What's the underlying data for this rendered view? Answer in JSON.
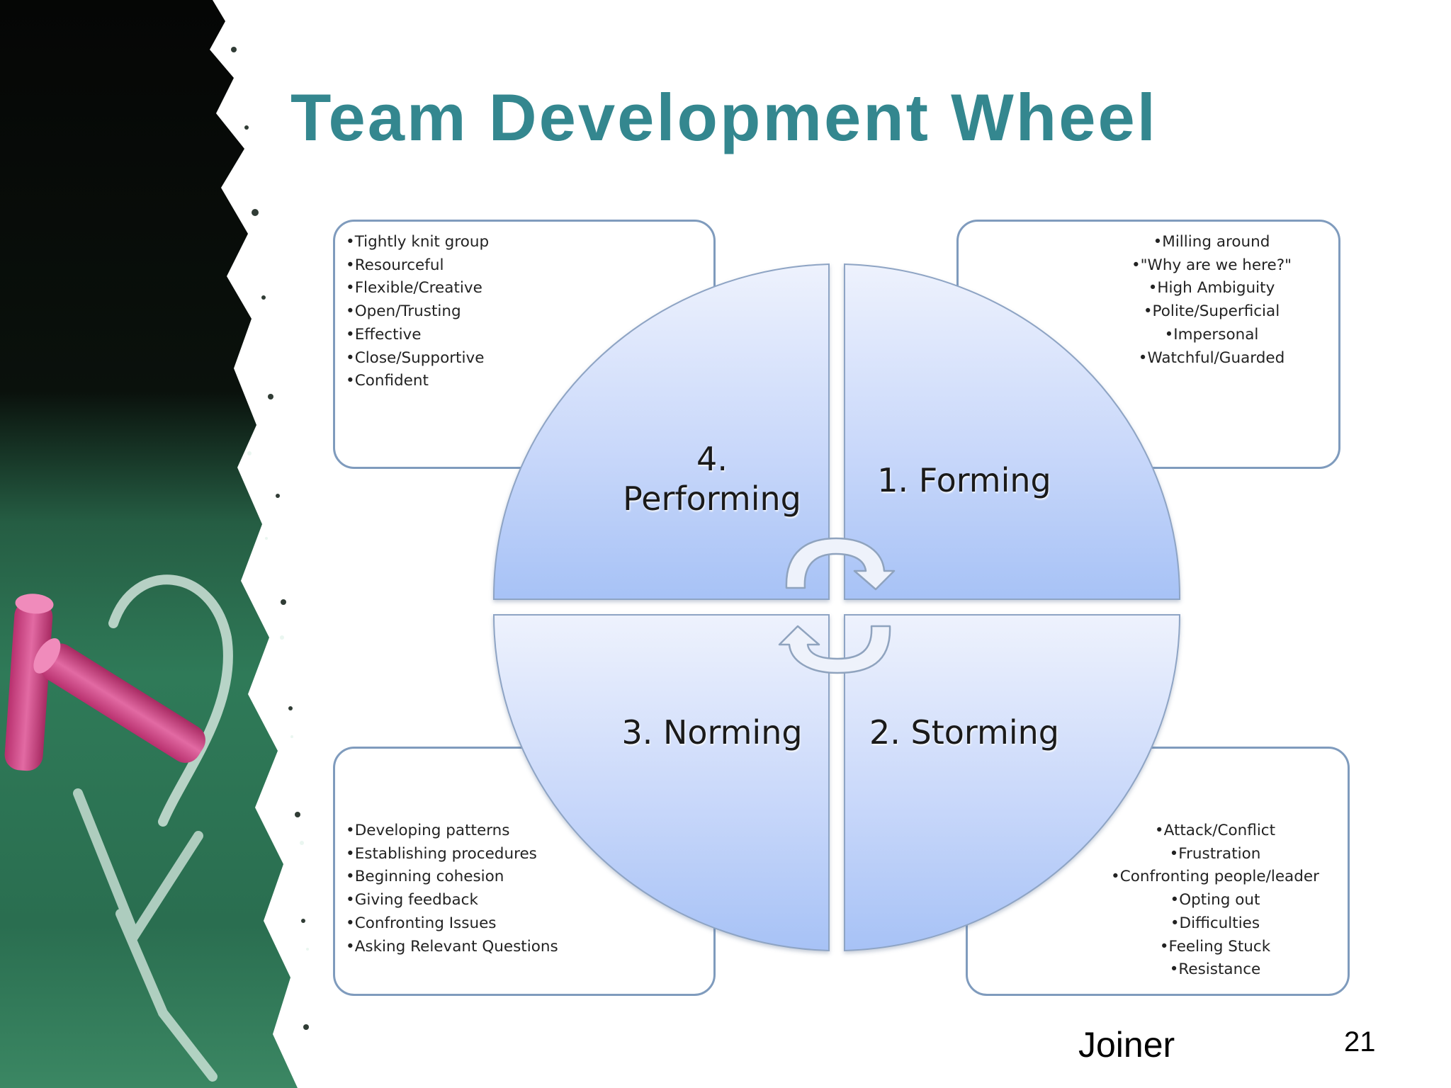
{
  "slide": {
    "title": "Team Development Wheel",
    "footer_label": "Joiner",
    "page_number": "21"
  },
  "quadrants": {
    "forming": {
      "label": "1. Forming",
      "traits": [
        "Milling around",
        "\"Why are we here?\"",
        "High Ambiguity",
        "Polite/Superficial",
        "Impersonal",
        "Watchful/Guarded"
      ]
    },
    "storming": {
      "label": "2. Storming",
      "traits": [
        "Attack/Conflict",
        "Frustration",
        "Confronting people/leader",
        "Opting out",
        "Difficulties",
        "Feeling Stuck",
        "Resistance"
      ]
    },
    "norming": {
      "label": "3. Norming",
      "traits": [
        "Developing patterns",
        "Establishing procedures",
        "Beginning cohesion",
        "Giving  feedback",
        "Confronting Issues",
        "Asking Relevant Questions"
      ]
    },
    "performing": {
      "label_line1": "4.",
      "label_line2": "Performing",
      "traits": [
        "Tightly knit group",
        "Resourceful",
        "Flexible/Creative",
        "Open/Trusting",
        "Effective",
        "Close/Supportive",
        "Confident"
      ]
    }
  },
  "colors": {
    "title": "#34878f",
    "quadrant_light": "#eef2fd",
    "quadrant_dark": "#a7c2f6",
    "box_border": "#7f9bbd"
  },
  "icons": [
    "cycle-arrow-icon"
  ]
}
